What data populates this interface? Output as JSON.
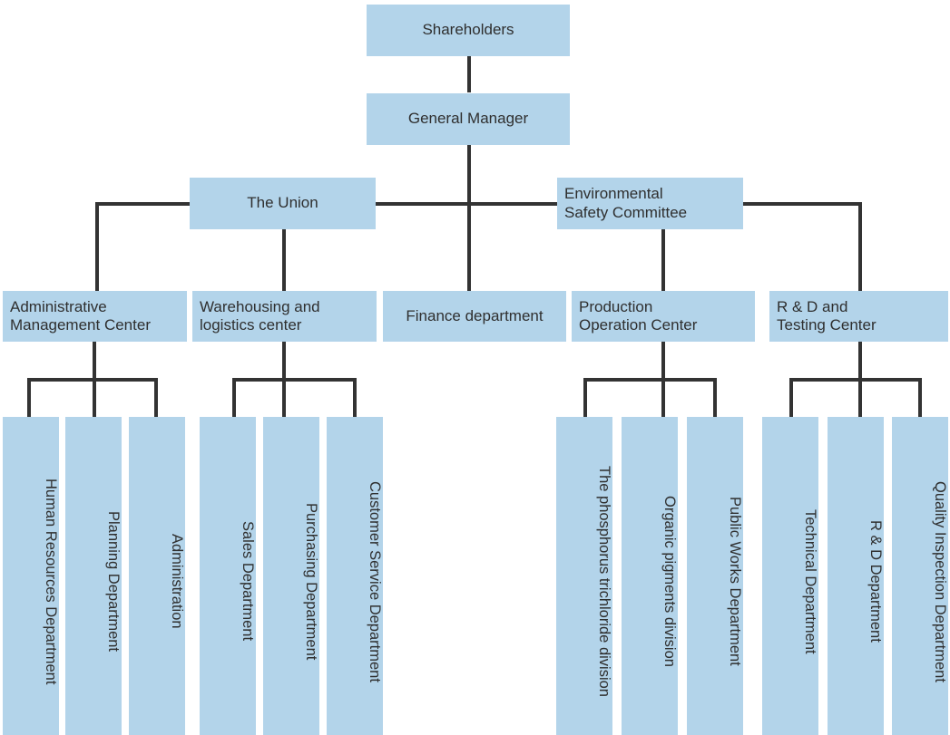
{
  "chart_data": {
    "type": "diagram",
    "title": "Company Organizational Structure Chart",
    "subtype": "org-chart",
    "accent_color": "#b3d4ea",
    "line_color": "#333333",
    "text_color": "#2f2f2f",
    "background_color": "#ffffff",
    "levels": 4
  },
  "nodes": {
    "shareholders": {
      "label": "Shareholders"
    },
    "general_manager": {
      "label": "General Manager"
    },
    "the_union": {
      "label": "The Union"
    },
    "environmental_safety_committee": {
      "label": "Environmental\nSafety Committee"
    },
    "administrative_management_center": {
      "label": "Administrative\nManagement Center"
    },
    "warehousing_logistics_center": {
      "label": "Warehousing and\nlogistics center"
    },
    "finance_department": {
      "label": "Finance department"
    },
    "production_operation_center": {
      "label": "Production\nOperation Center"
    },
    "rd_testing_center": {
      "label": "R & D and\nTesting Center"
    },
    "human_resources_department": {
      "label": "Human Resources Department"
    },
    "planning_department": {
      "label": "Planning Department"
    },
    "administration": {
      "label": "Administration"
    },
    "sales_department": {
      "label": "Sales Department"
    },
    "purchasing_department": {
      "label": "Purchasing Department"
    },
    "customer_service_department": {
      "label": "Customer Service Department"
    },
    "phosphorus_trichloride_division": {
      "label": "The phosphorus trichloride division"
    },
    "organic_pigments_division": {
      "label": "Organic pigments division"
    },
    "public_works_department": {
      "label": "Public Works Department"
    },
    "technical_department": {
      "label": "Technical Department"
    },
    "rd_department": {
      "label": "R & D Department"
    },
    "quality_inspection_department": {
      "label": "Quality Inspection Department"
    }
  }
}
